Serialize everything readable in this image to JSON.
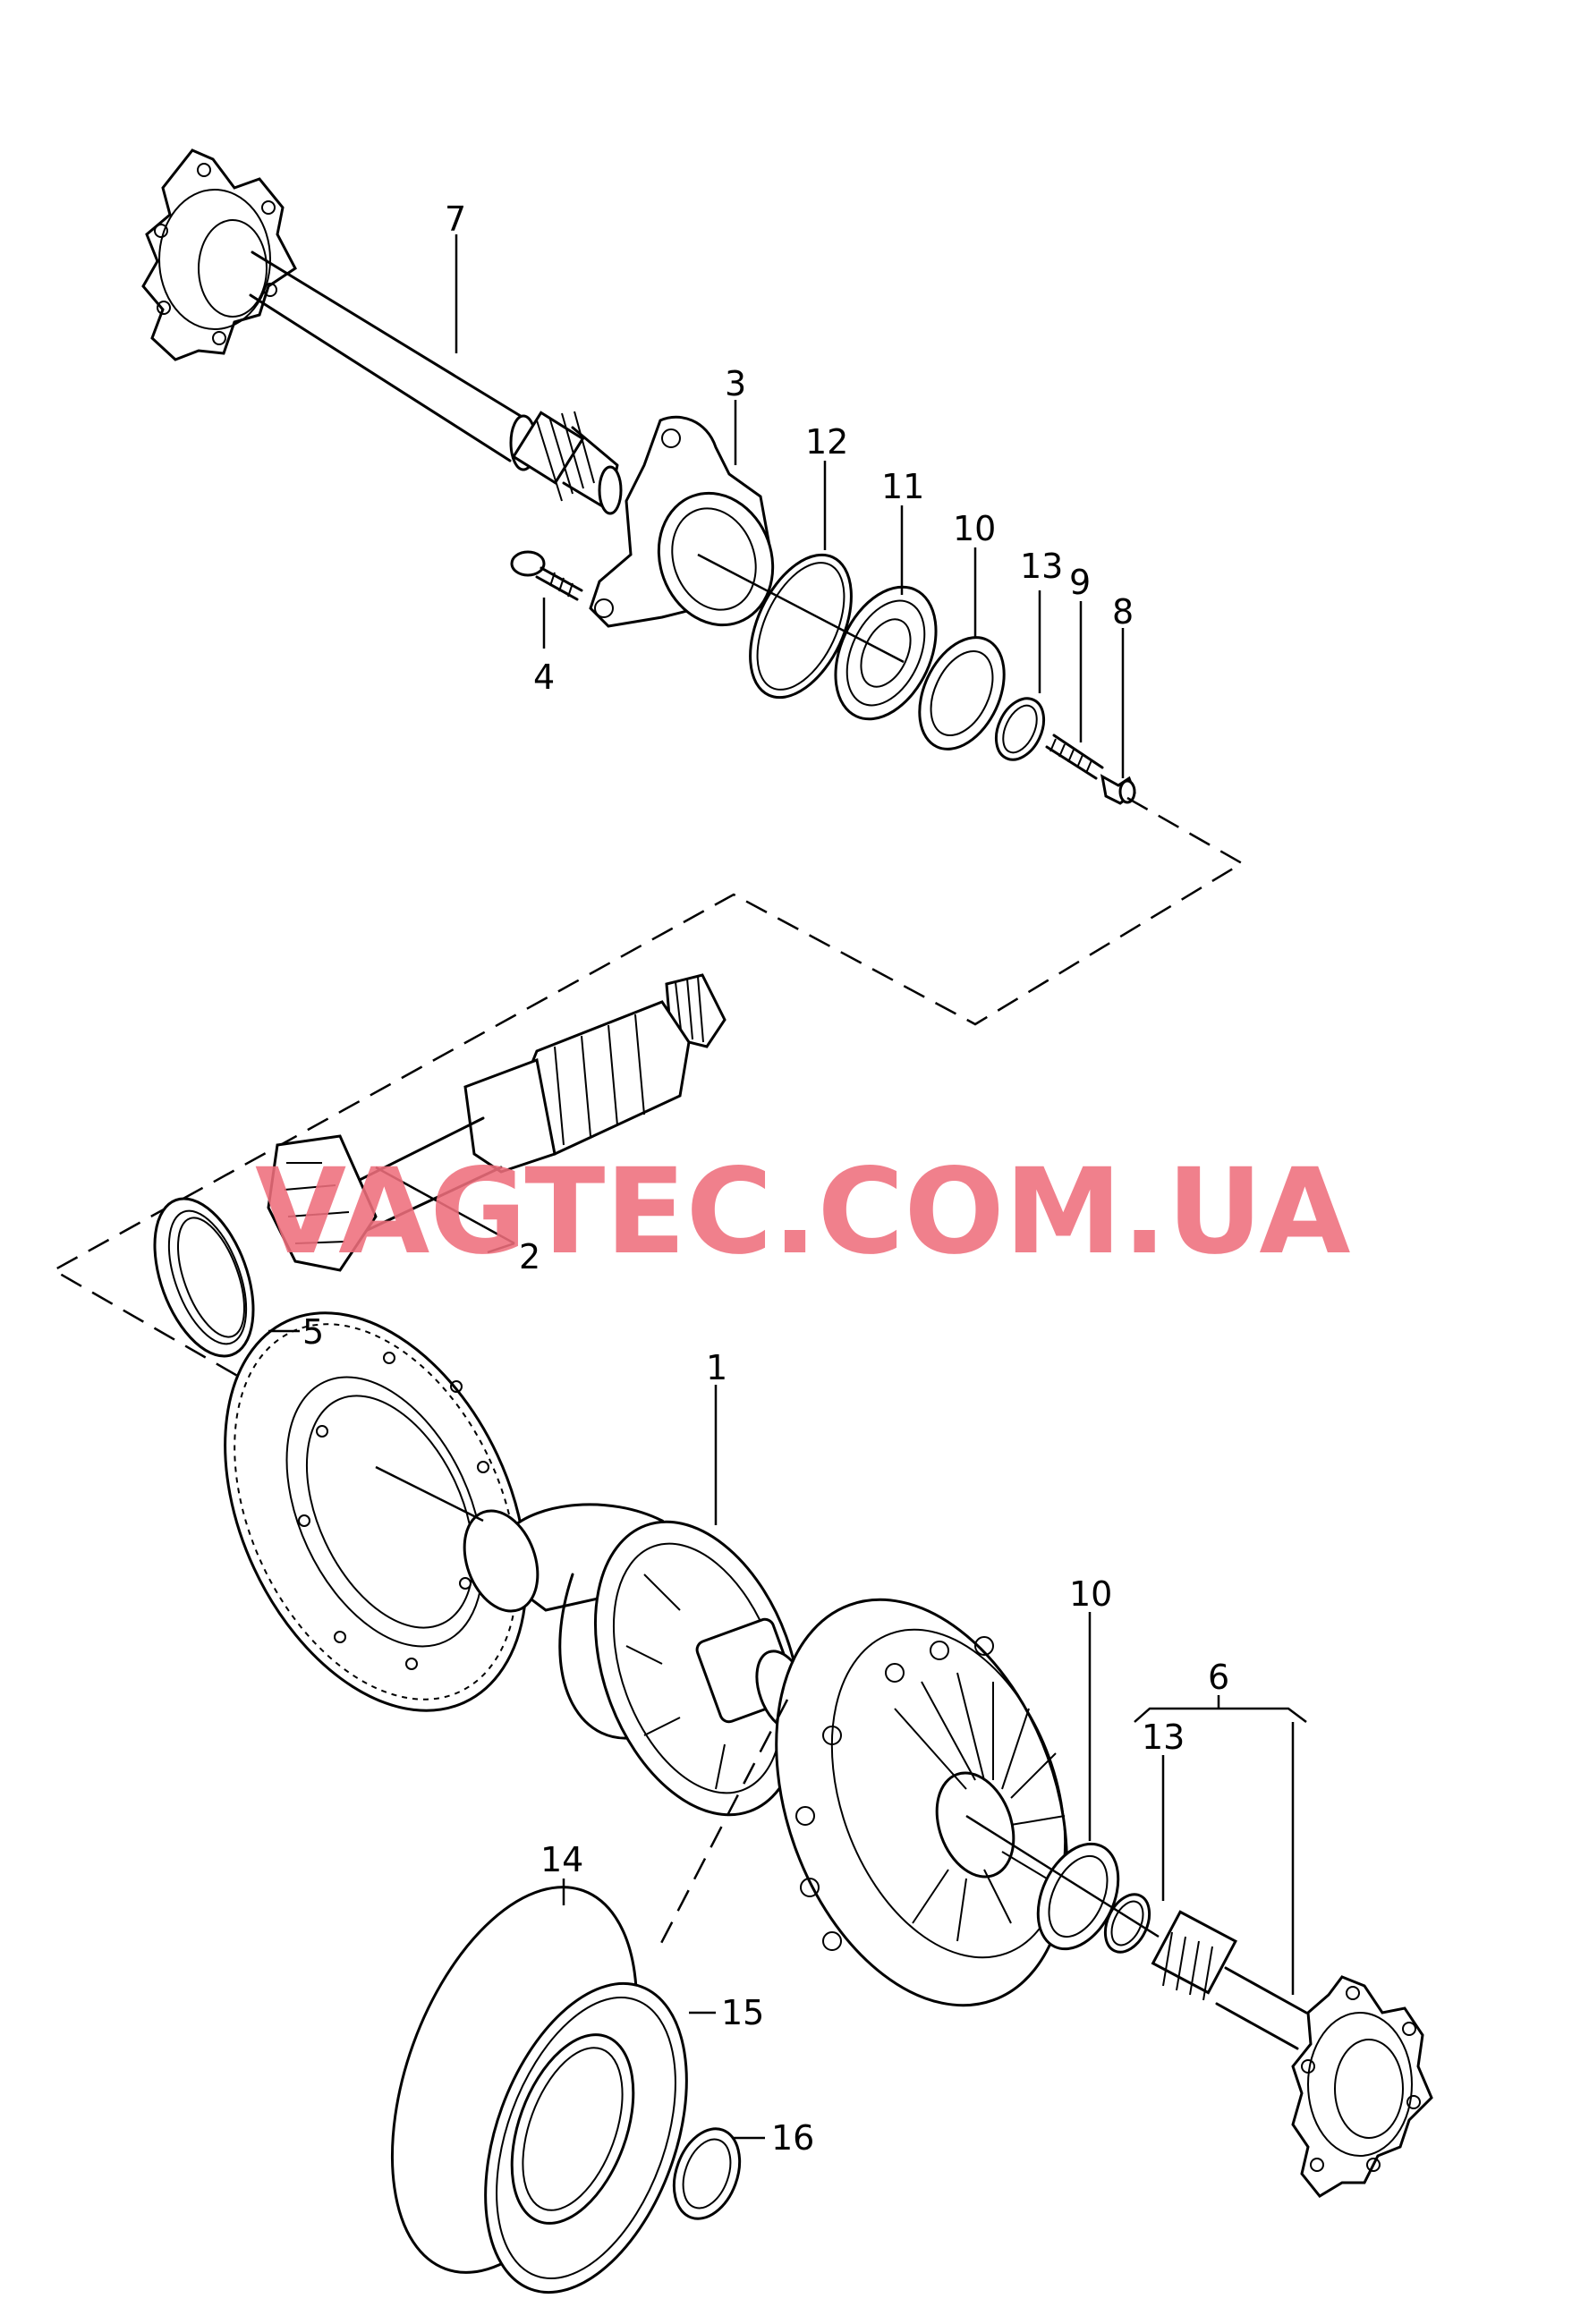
{
  "watermark": "VAGTEC.COM.UA",
  "callouts": {
    "c1": "1",
    "c2": "2",
    "c3": "3",
    "c4": "4",
    "c5": "5",
    "c6": "6",
    "c7": "7",
    "c8": "8",
    "c9": "9",
    "c10a": "10",
    "c10b": "10",
    "c11": "11",
    "c12": "12",
    "c13a": "13",
    "c13b": "13",
    "c14": "14",
    "c15": "15",
    "c16": "16"
  },
  "colors": {
    "line": "#000000",
    "watermark": "#ef6f7d",
    "background": "#ffffff"
  }
}
